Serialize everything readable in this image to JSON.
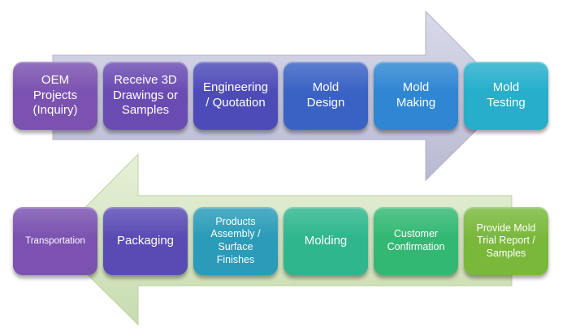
{
  "colors": {
    "top_arrow": "#c9c9df",
    "bottom_arrow": "#d8e7c4"
  },
  "top_row": [
    {
      "label": "OEM\nProjects\n(Inquiry)",
      "color": "#7b52b0"
    },
    {
      "label": "Receive 3D\nDrawings or\nSamples",
      "color": "#6a4bb2"
    },
    {
      "label": "Engineering\n/ Quotation",
      "color": "#4d4bb8"
    },
    {
      "label": "Mold\nDesign",
      "color": "#3a62c4"
    },
    {
      "label": "Mold\nMaking",
      "color": "#2f86d2"
    },
    {
      "label": "Mold\nTesting",
      "color": "#26aecb"
    }
  ],
  "bottom_row": [
    {
      "label": "Transportation",
      "color": "#7b52b0"
    },
    {
      "label": "Packaging",
      "color": "#5a4ab4"
    },
    {
      "label": "Products\nAssembly /\nSurface\nFinishes",
      "color": "#2a9bb8"
    },
    {
      "label": "Molding",
      "color": "#2fb68d"
    },
    {
      "label": "Customer\nConfirmation",
      "color": "#33b873"
    },
    {
      "label": "Provide Mold\nTrial Report /\nSamples",
      "color": "#7ab83c"
    }
  ]
}
